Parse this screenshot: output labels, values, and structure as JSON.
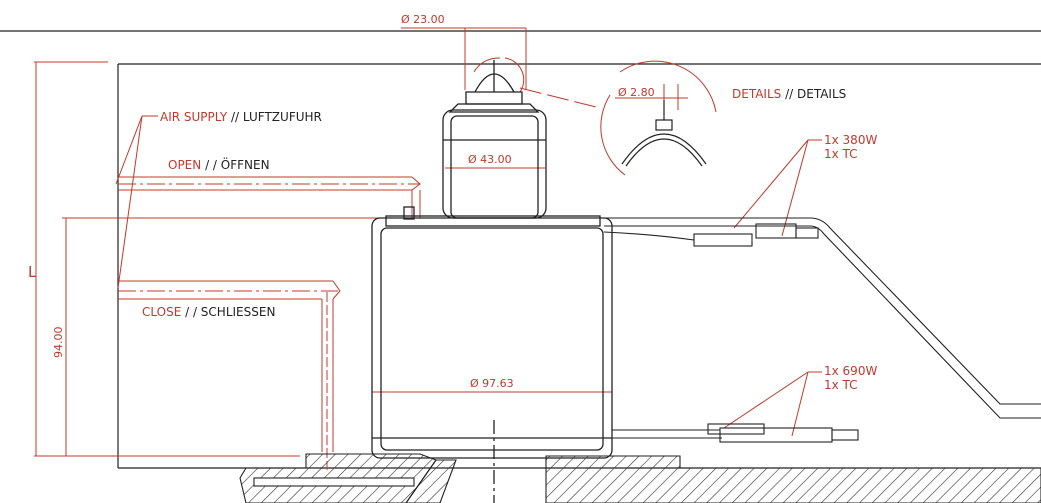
{
  "colors": {
    "dimension": "#c0392b",
    "line": "#222222",
    "hatch": "#333333"
  },
  "dimensions": {
    "top_diameter": "Ø 23.00",
    "detail_diameter": "Ø 2.80",
    "cylinder_diameter": "Ø 43.00",
    "body_diameter": "Ø 97.63",
    "height": "94.00",
    "length": "L"
  },
  "labels": {
    "air_supply": {
      "en": "AIR SUPPLY",
      "de": " // LUFTZUFUHR"
    },
    "open": {
      "en": "OPEN",
      "de": " / / ÖFFNEN"
    },
    "close": {
      "en": "CLOSE",
      "de": " / / SCHLIESSEN"
    },
    "details": {
      "en": "DETAILS",
      "de": " // DETAILS"
    }
  },
  "heaters": {
    "upper": {
      "power": "1x 380W",
      "tc": "1x TC"
    },
    "lower": {
      "power": "1x 690W",
      "tc": "1x TC"
    }
  }
}
